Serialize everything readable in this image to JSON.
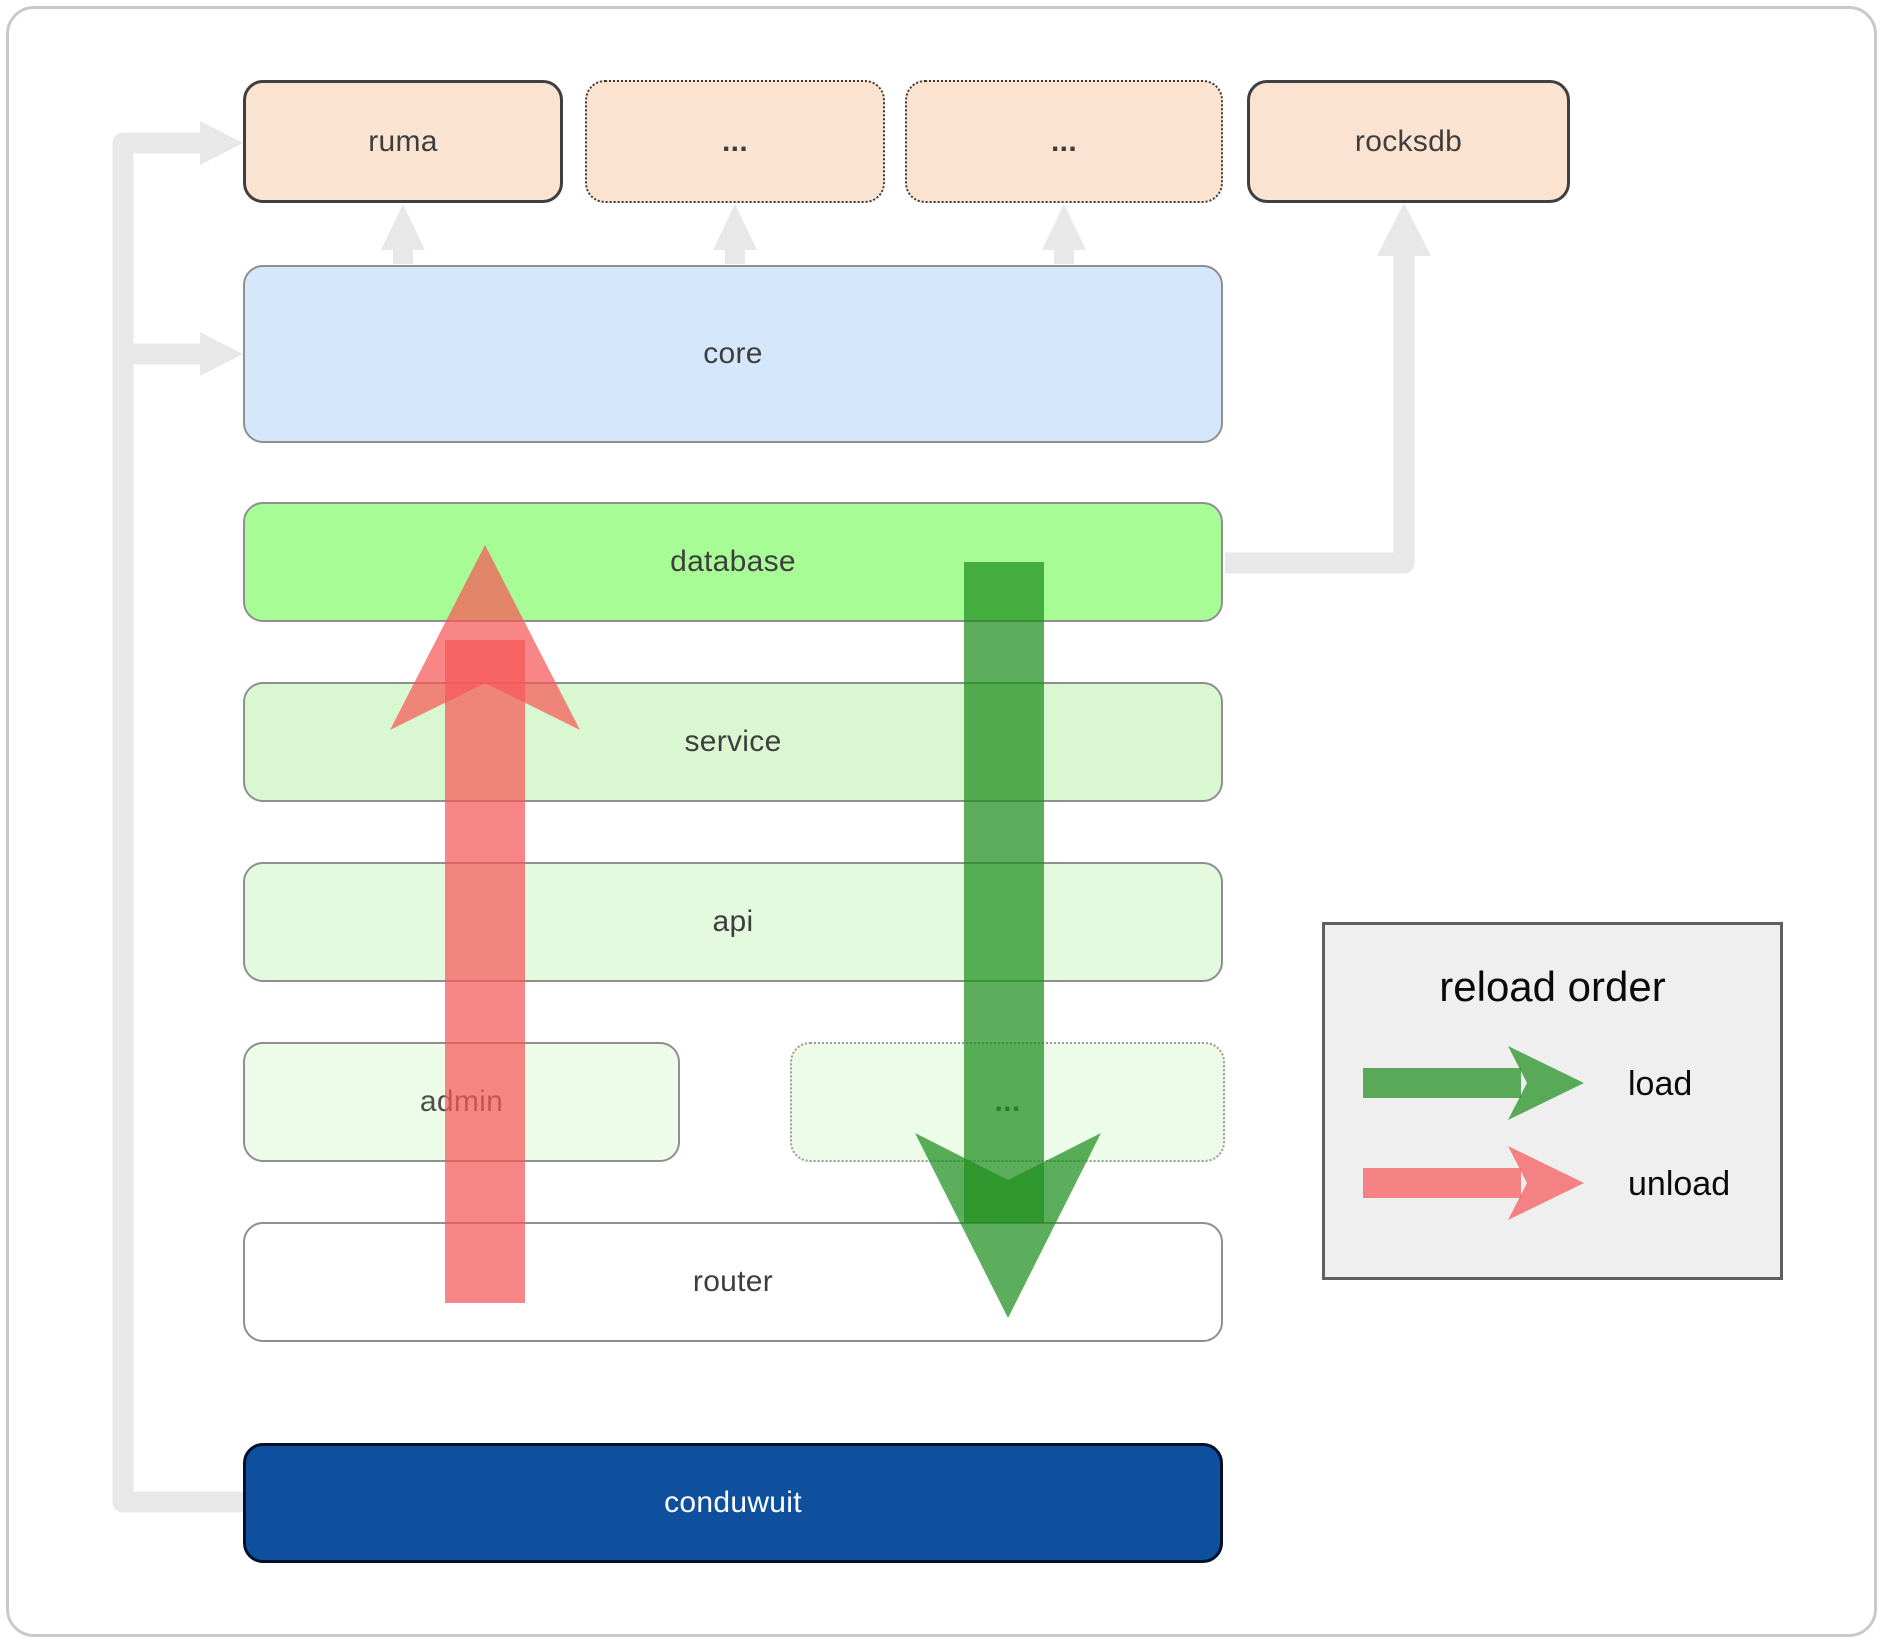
{
  "nodes": {
    "ruma": {
      "label": "ruma"
    },
    "deps_ellipsis_1": {
      "label": "..."
    },
    "deps_ellipsis_2": {
      "label": "..."
    },
    "rocksdb": {
      "label": "rocksdb"
    },
    "core": {
      "label": "core"
    },
    "database": {
      "label": "database"
    },
    "service": {
      "label": "service"
    },
    "api": {
      "label": "api"
    },
    "admin": {
      "label": "admin"
    },
    "services_ellipsis": {
      "label": "..."
    },
    "router": {
      "label": "router"
    },
    "conduwuit": {
      "label": "conduwuit"
    }
  },
  "legend": {
    "title": "reload order",
    "items": [
      {
        "label": "load",
        "color": "#1d8f1d"
      },
      {
        "label": "unload",
        "color": "#f65757"
      }
    ]
  },
  "colors": {
    "connector": "#e8e8e8",
    "load_arrow": "#1d8f1d",
    "unload_arrow": "#f65757",
    "dependency_fill": "#fbe3d2",
    "core_fill": "#d5e8fb",
    "database_fill": "#a8fc96",
    "service_fill": "#d9f8d1",
    "api_fill": "#e3fade",
    "admin_fill": "#edfce9",
    "router_fill": "#ffffff",
    "conduwuit_fill": "#0e509e"
  }
}
